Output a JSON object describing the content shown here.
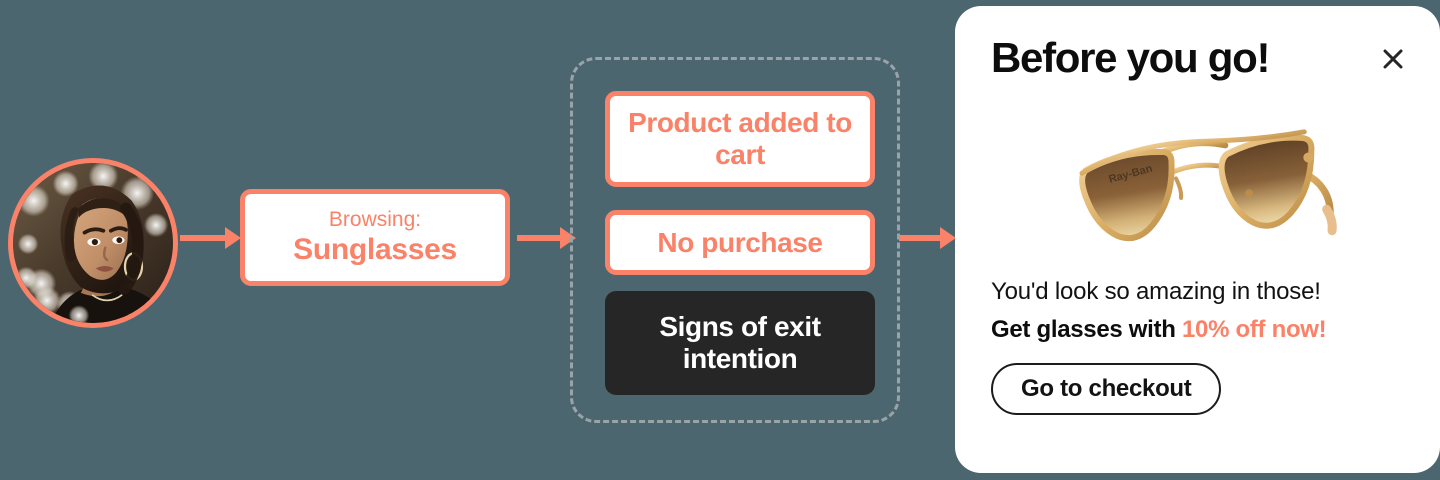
{
  "colors": {
    "background": "#4c6670",
    "accent": "#fa8268",
    "dark": "#262626",
    "card": "#ffffff",
    "dashed_border": "#99a4a8"
  },
  "avatar": {
    "name": "shopper-avatar",
    "alt": "Portrait photo of a young woman with bokeh lights background"
  },
  "flow": {
    "arrows": [
      {
        "name": "arrow-avatar-to-browsing"
      },
      {
        "name": "arrow-browsing-to-signals"
      },
      {
        "name": "arrow-signals-to-popup"
      }
    ]
  },
  "browsing": {
    "label": "Browsing:",
    "value": "Sunglasses"
  },
  "signals": {
    "items": [
      {
        "id": "product-added-to-cart",
        "text": "Product added to cart",
        "style": "outline"
      },
      {
        "id": "no-purchase",
        "text": "No purchase",
        "style": "outline"
      },
      {
        "id": "signs-of-exit-intention",
        "text": "Signs of exit intention",
        "style": "dark"
      }
    ]
  },
  "popup": {
    "title": "Before you go!",
    "close_icon": "close-icon",
    "product": {
      "name": "Aviator sunglasses",
      "brand": "Ray-Ban",
      "frame_color": "#d8a860",
      "lens_top": "#6b4a2e",
      "lens_bottom": "#e8c98f"
    },
    "line1": "You'd look so amazing in those!",
    "line2_prefix": "Get glasses with ",
    "line2_accent": "10% off now!",
    "cta_label": "Go to checkout"
  }
}
